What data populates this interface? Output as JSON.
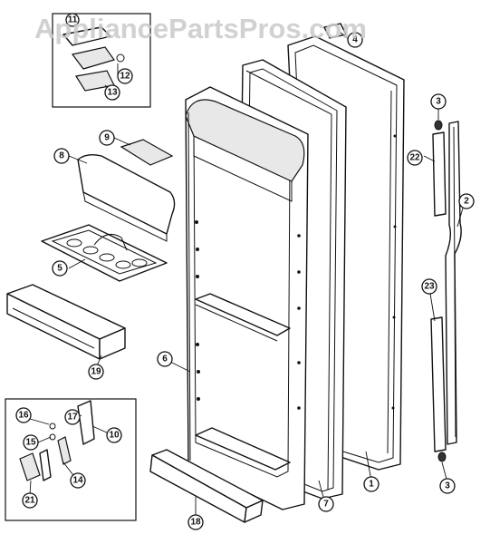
{
  "watermark": "AppliancePartsPros.com",
  "callouts": [
    {
      "id": "c1",
      "label": "1"
    },
    {
      "id": "c2",
      "label": "2"
    },
    {
      "id": "c3a",
      "label": "3"
    },
    {
      "id": "c3b",
      "label": "3"
    },
    {
      "id": "c4",
      "label": "4"
    },
    {
      "id": "c5",
      "label": "5"
    },
    {
      "id": "c6",
      "label": "6"
    },
    {
      "id": "c7",
      "label": "7"
    },
    {
      "id": "c8",
      "label": "8"
    },
    {
      "id": "c9",
      "label": "9"
    },
    {
      "id": "c10",
      "label": "10"
    },
    {
      "id": "c11",
      "label": "11"
    },
    {
      "id": "c12",
      "label": "12"
    },
    {
      "id": "c13",
      "label": "13"
    },
    {
      "id": "c14",
      "label": "14"
    },
    {
      "id": "c15",
      "label": "15"
    },
    {
      "id": "c16",
      "label": "16"
    },
    {
      "id": "c17",
      "label": "17"
    },
    {
      "id": "c18",
      "label": "18"
    },
    {
      "id": "c19",
      "label": "19"
    },
    {
      "id": "c21",
      "label": "21"
    },
    {
      "id": "c22",
      "label": "22"
    },
    {
      "id": "c23",
      "label": "23"
    }
  ]
}
